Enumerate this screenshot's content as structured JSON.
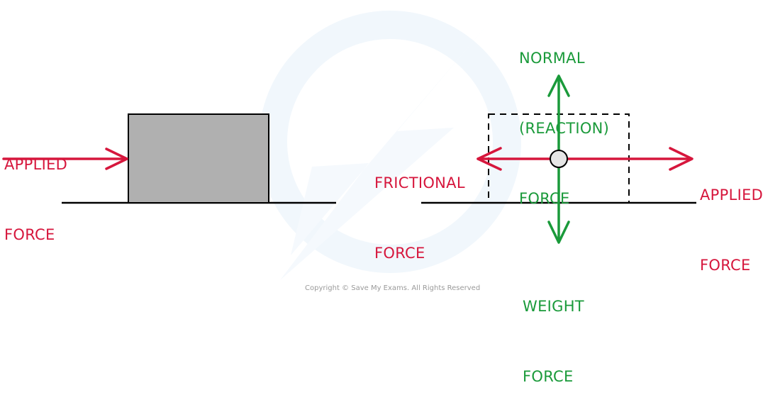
{
  "diagram": {
    "title": "Forces on a block on a surface",
    "colors": {
      "applied": "#d6163c",
      "normal": "#1a9a3a",
      "block_fill": "#b0b0b0",
      "outline": "#000000",
      "center_point": "#e6e6e6",
      "watermark": "#eef5fb"
    },
    "left_panel": {
      "applied_force_label": [
        "APPLIED",
        "FORCE"
      ]
    },
    "right_panel": {
      "normal_force_label": [
        "NORMAL",
        "(REACTION)",
        "FORCE"
      ],
      "frictional_force_label": [
        "FRICTIONAL",
        "FORCE"
      ],
      "applied_force_label": [
        "APPLIED",
        "FORCE"
      ],
      "weight_force_label": [
        "WEIGHT",
        "FORCE"
      ]
    },
    "footer": {
      "copyright": "Copyright © Save My Exams. All Rights Reserved"
    }
  }
}
